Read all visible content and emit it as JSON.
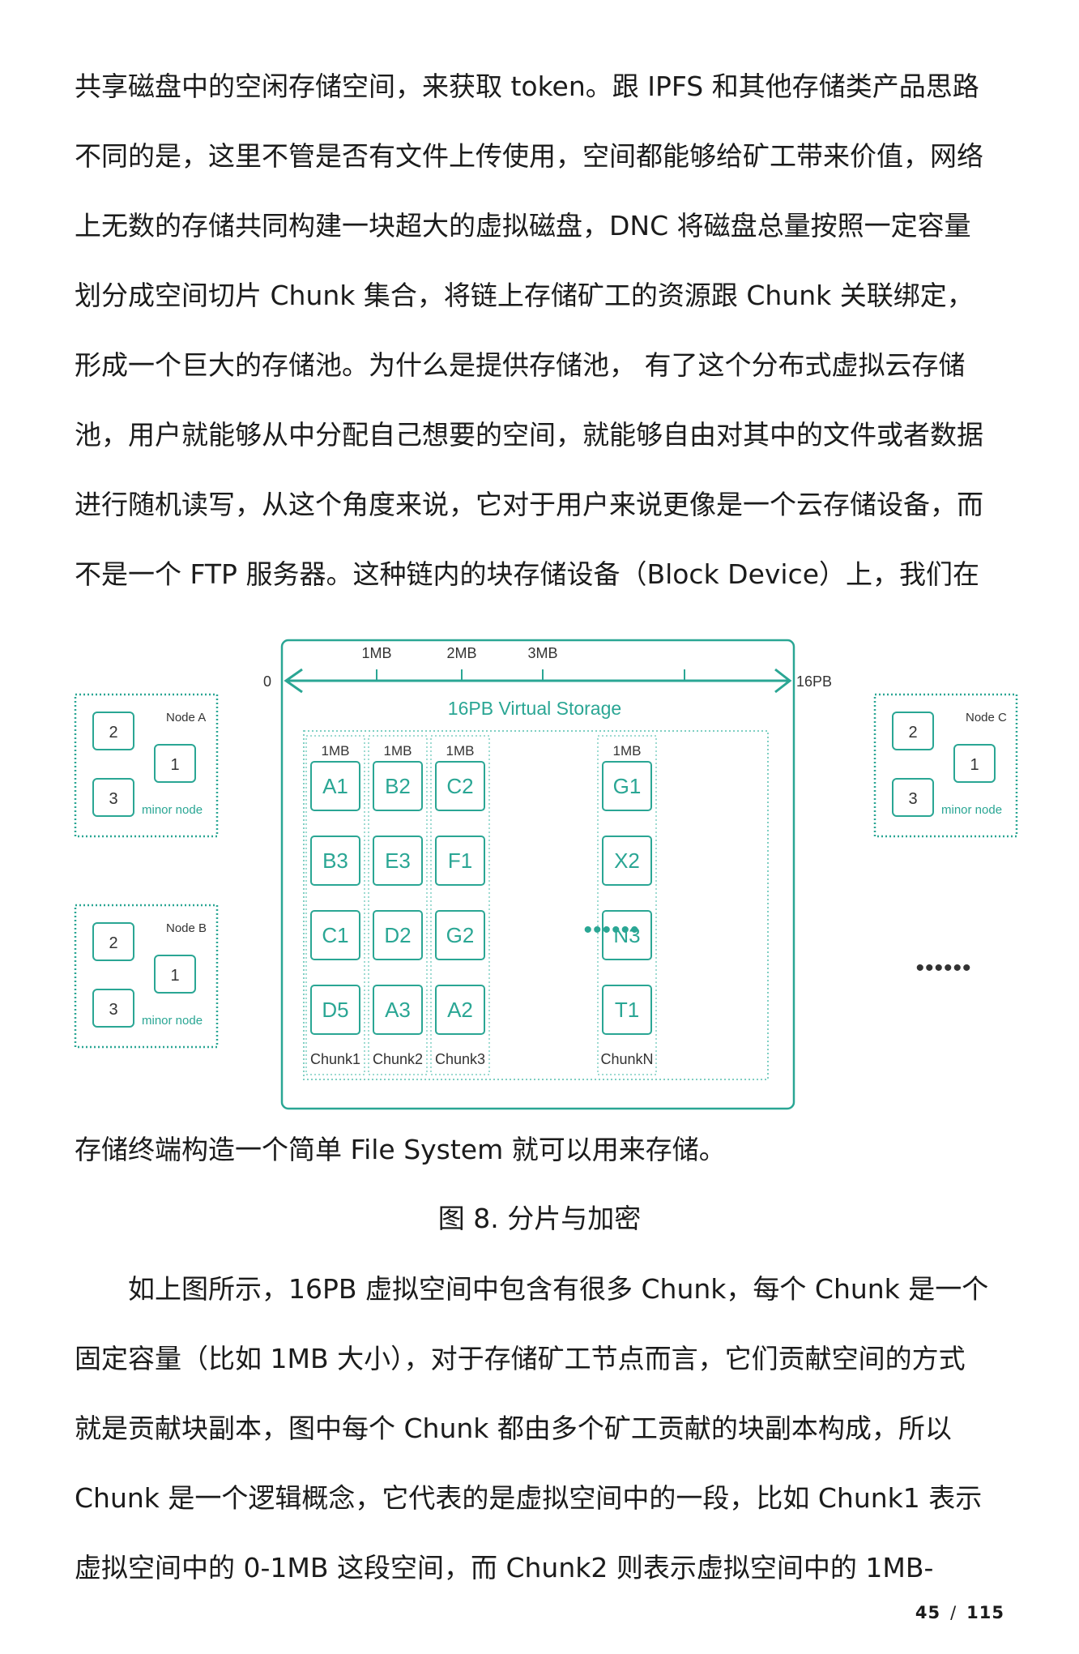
{
  "paragraph1": [
    "共享磁盘中的空闲存储空间，来获取 token。跟 IPFS 和其他存储类产品思路",
    "不同的是，这里不管是否有文件上传使用，空间都能够给矿工带来价值，网络",
    "上无数的存储共同构建一块超大的虚拟磁盘，DNC 将磁盘总量按照一定容量",
    "划分成空间切片 Chunk 集合，将链上存储矿工的资源跟 Chunk 关联绑定，",
    "形成一个巨大的存储池。为什么是提供存储池， 有了这个分布式虚拟云存储",
    "池，用户就能够从中分配自己想要的空间，就能够自由对其中的文件或者数据",
    "进行随机读写，从这个角度来说，它对于用户来说更像是一个云存储设备，而",
    "不是一个 FTP 服务器。这种链内的块存储设备（Block Device）上，我们在"
  ],
  "after_figure_line": "存储终端构造一个简单 File System 就可以用来存储。",
  "figure": {
    "caption": "图 8. 分片与加密",
    "axis_start": "0",
    "axis_end": "16PB",
    "axis_ticks": [
      "1MB",
      "2MB",
      "3MB"
    ],
    "storage_title": "16PB Virtual Storage",
    "chunks": [
      {
        "size": "1MB",
        "blocks": [
          "A1",
          "B3",
          "C1",
          "D5"
        ],
        "label": "Chunk1"
      },
      {
        "size": "1MB",
        "blocks": [
          "B2",
          "E3",
          "D2",
          "A3"
        ],
        "label": "Chunk2"
      },
      {
        "size": "1MB",
        "blocks": [
          "C2",
          "F1",
          "G2",
          "A2"
        ],
        "label": "Chunk3"
      },
      {
        "size": "1MB",
        "blocks": [
          "G1",
          "X2",
          "N3",
          "T1"
        ],
        "label": "ChunkN"
      }
    ],
    "middle_ellipsis": "••••••",
    "outside_ellipsis": "••••••",
    "nodes": [
      {
        "name": "Node A",
        "numbers": [
          "2",
          "1",
          "3"
        ],
        "minor": "minor node"
      },
      {
        "name": "Node B",
        "numbers": [
          "2",
          "1",
          "3"
        ],
        "minor": "minor node"
      },
      {
        "name": "Node C",
        "numbers": [
          "2",
          "1",
          "3"
        ],
        "minor": "minor node"
      }
    ],
    "colors": {
      "teal": "#2aa694",
      "teal_light": "#7fcfc3",
      "text": "#333333"
    }
  },
  "paragraph2": [
    "如上图所示，16PB 虚拟空间中包含有很多 Chunk，每个 Chunk 是一个",
    "固定容量（比如 1MB 大小），对于存储矿工节点而言，它们贡献空间的方式",
    "就是贡献块副本，图中每个 Chunk 都由多个矿工贡献的块副本构成，所以",
    "Chunk 是一个逻辑概念，它代表的是虚拟空间中的一段，比如 Chunk1 表示",
    "虚拟空间中的 0-1MB 这段空间，而 Chunk2 则表示虚拟空间中的 1MB-"
  ],
  "page": {
    "current": "45",
    "separator": "/",
    "total": "115"
  }
}
